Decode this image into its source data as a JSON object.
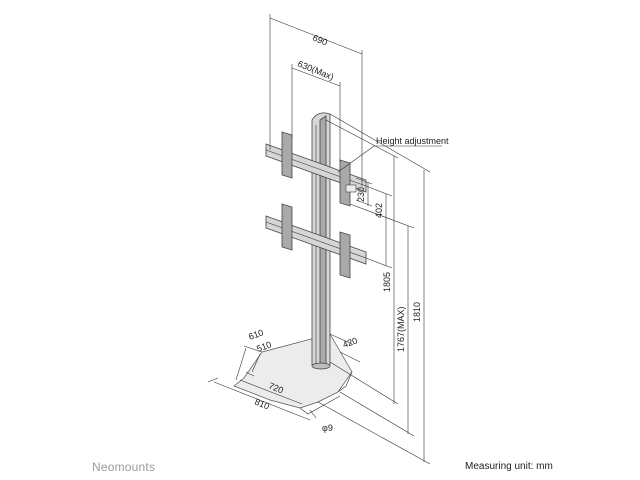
{
  "dimensions": {
    "width_outer": "690",
    "width_inner": "630(Max)",
    "height_adjustment": "Height adjustment",
    "spacing_small": "230",
    "spacing_402": "402",
    "height_1805": "1805",
    "height_1767": "1767(MAX)",
    "height_1810": "1810",
    "base_610": "610",
    "base_510": "510",
    "base_420": "420",
    "base_720": "720",
    "base_810": "810",
    "hole": "φ9"
  },
  "footer": {
    "brand": "Neomounts",
    "unit": "Measuring unit: mm"
  }
}
